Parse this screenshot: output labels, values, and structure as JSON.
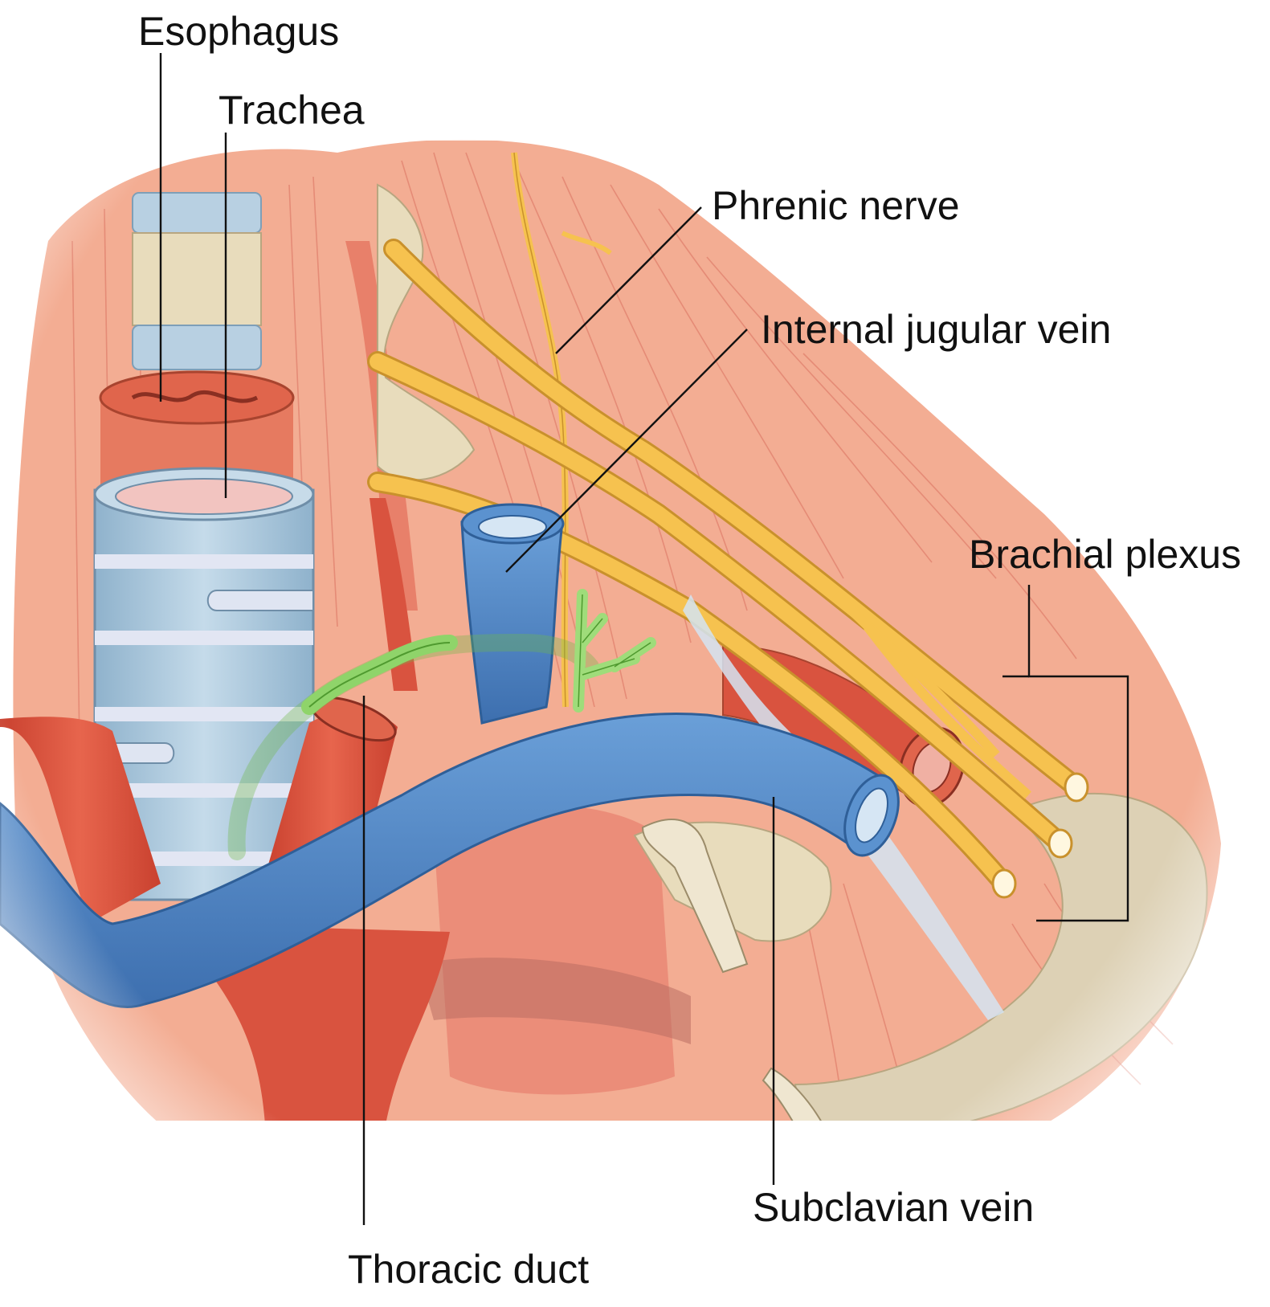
{
  "labels": {
    "esophagus": "Esophagus",
    "trachea": "Trachea",
    "phrenic_nerve": "Phrenic nerve",
    "internal_jugular_vein": "Internal jugular vein",
    "brachial_plexus": "Brachial plexus",
    "subclavian_vein": "Subclavian vein",
    "thoracic_duct": "Thoracic duct"
  },
  "colors": {
    "muscle": "#f2a58c",
    "muscle_dark": "#e07b63",
    "artery": "#d9533f",
    "vein": "#4f86c6",
    "vein_dark": "#2f5f98",
    "nerve": "#f6c24f",
    "lymph": "#9fdc7a",
    "bone": "#e4dac0",
    "cartilage": "#a9c7dc"
  }
}
